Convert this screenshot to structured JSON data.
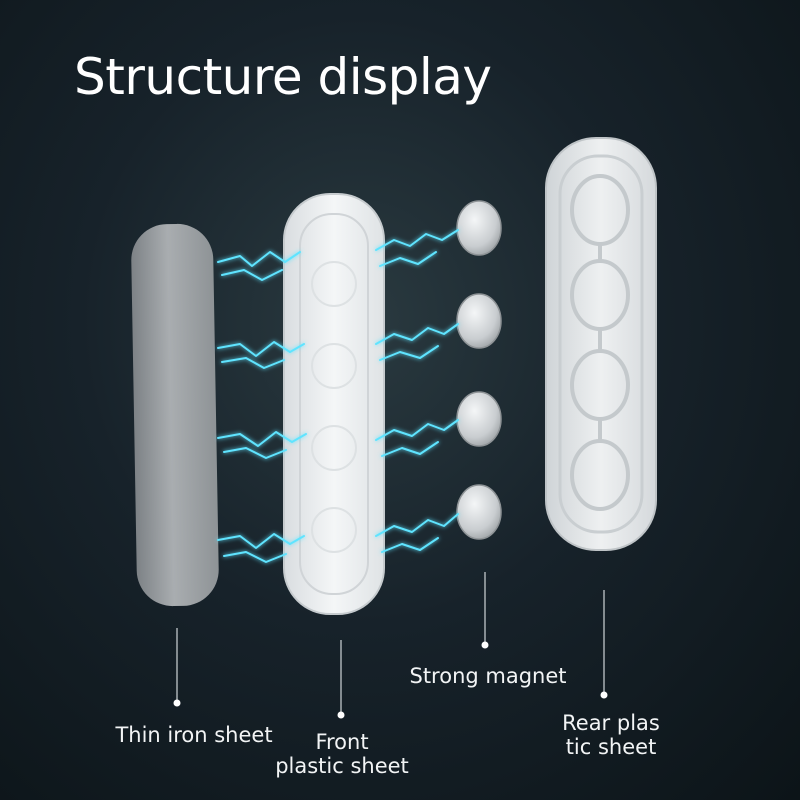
{
  "title": "Structure display",
  "parts": {
    "iron_sheet": {
      "label": "Thin iron sheet"
    },
    "front_sheet": {
      "label_line1": "Front",
      "label_line2": "plastic sheet"
    },
    "magnet": {
      "label": "Strong magnet"
    },
    "rear_sheet": {
      "label_line1": "Rear plas",
      "label_line2": "tic sheet"
    }
  },
  "colors": {
    "background": "#17222a",
    "lightning": "#5fe4ff",
    "text": "#ffffff"
  }
}
